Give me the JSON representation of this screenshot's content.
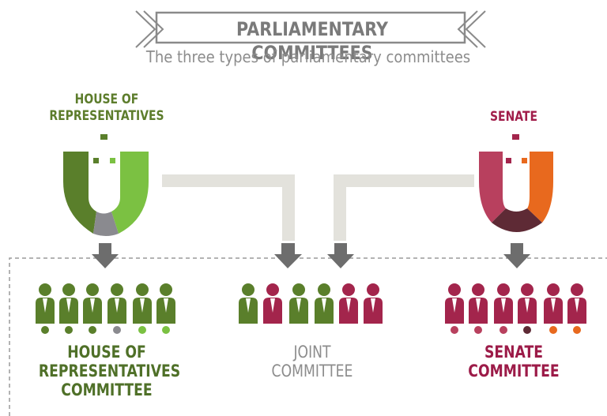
{
  "header": {
    "title": "PARLIAMENTARY COMMITTEES",
    "subtitle": "The three types of parliamentary committees"
  },
  "chambers": {
    "house": {
      "label_line1": "HOUSE OF",
      "label_line2": "REPRESENTATIVES"
    },
    "senate": {
      "label": "SENATE"
    }
  },
  "committees": {
    "house": {
      "line1": "HOUSE OF",
      "line2": "REPRESENTATIVES",
      "line3": "COMMITTEE"
    },
    "joint": {
      "line1": "JOINT",
      "line2": "COMMITTEE"
    },
    "senate": {
      "line1": "SENATE",
      "line2": "COMMITTEE"
    }
  },
  "colors": {
    "green_dark": "#5a7f2b",
    "green_light": "#7bc142",
    "red_dark": "#a3254c",
    "red_mid": "#b8405e",
    "orange": "#e8691e",
    "maroon": "#5e2a35",
    "grey": "#8a8a8f",
    "connector": "#e3e2dc",
    "arrow": "#6d6d6d"
  }
}
